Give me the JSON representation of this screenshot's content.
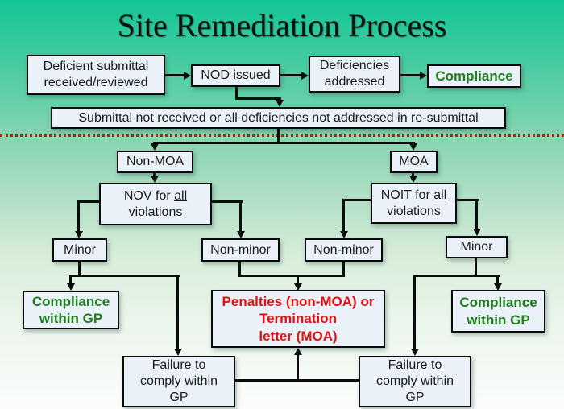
{
  "title": "Site Remediation Process",
  "colors": {
    "background_top": "#12c594",
    "background_bottom": "#fbfdfb",
    "box_fill": "#ebf1f8",
    "line": "#0b0b0b",
    "green_text": "#1e7e1e",
    "red_text": "#e01111",
    "separator_red": "#cc1a0d"
  },
  "nodes": {
    "deficient": {
      "line1": "Deficient submittal",
      "line2": "received/reviewed"
    },
    "nod": {
      "label": "NOD issued"
    },
    "deficiencies": {
      "line1": "Deficiencies",
      "line2": "addressed"
    },
    "compliance_top": {
      "label": "Compliance"
    },
    "submittal": {
      "label": "Submittal not received or all deficiencies not addressed in re-submittal"
    },
    "non_moa": {
      "label": "Non-MOA"
    },
    "moa": {
      "label": "MOA"
    },
    "nov": {
      "prefix": "NOV for ",
      "underline": "all",
      "line2": "violations"
    },
    "noit": {
      "prefix": "NOIT for ",
      "underline": "all",
      "line2": "violations"
    },
    "minor_left": {
      "label": "Minor"
    },
    "non_minor_left": {
      "label": "Non-minor"
    },
    "non_minor_right": {
      "label": "Non-minor"
    },
    "minor_right": {
      "label": "Minor"
    },
    "compliance_left": {
      "line1": "Compliance",
      "line2": "within GP"
    },
    "penalties": {
      "line1": "Penalties (non-MOA) or",
      "line2": "Termination",
      "line3": "letter (MOA)"
    },
    "compliance_right": {
      "line1": "Compliance",
      "line2": "within GP"
    },
    "failure_left": {
      "line1": "Failure to",
      "line2": "comply within",
      "line3": "GP"
    },
    "failure_right": {
      "line1": "Failure to",
      "line2": "comply within",
      "line3": "GP"
    }
  }
}
